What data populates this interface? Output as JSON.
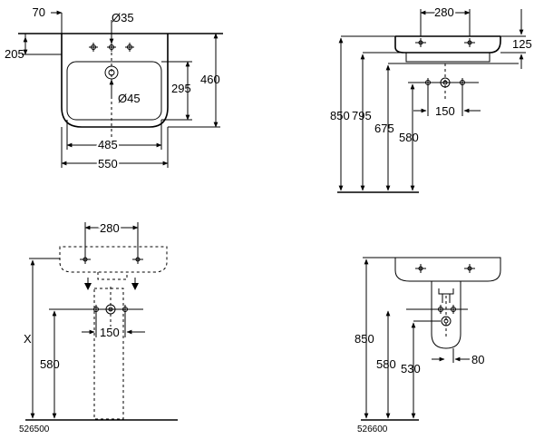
{
  "front_view": {
    "dim_tap_offset": "70",
    "dim_tap_hole": "Ø35",
    "dim_depth_to_hole": "205",
    "dim_inner_depth": "295",
    "dim_total_depth": "460",
    "dim_waste": "Ø45",
    "dim_inner_width": "485",
    "dim_total_width": "550"
  },
  "side_view": {
    "dim_fixing_distance": "280",
    "dim_basin_height": "125",
    "dim_rim_height": "850",
    "dim_underside_height": "795",
    "dim_outlet_height": "675",
    "dim_supply_height": "580",
    "dim_supply_spacing": "150"
  },
  "pedestal_view": {
    "dim_fixing_distance": "280",
    "dim_variable": "X",
    "dim_supply_height": "580",
    "dim_supply_spacing": "150",
    "model_number": "526500"
  },
  "semi_pedestal_view": {
    "dim_rim_height": "850",
    "dim_supply_height": "580",
    "dim_trap_height": "530",
    "dim_offset": "80",
    "model_number": "526600"
  }
}
